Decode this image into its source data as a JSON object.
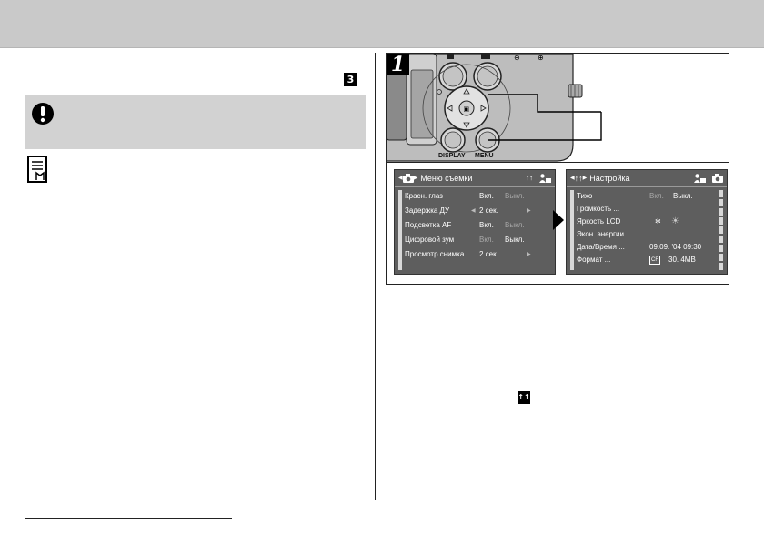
{
  "left_column": {
    "step_tag": "3"
  },
  "figure": {
    "step_number": "1",
    "camera_labels": {
      "display": "DISPLAY",
      "menu": "MENU"
    },
    "screen_shooting": {
      "title": "Меню съемки",
      "rows": [
        {
          "label": "Красн. глаз",
          "value1": "Вкл.",
          "value2": "Выкл."
        },
        {
          "label": "Задержка ДУ",
          "value1": "2 сек.",
          "value2": ""
        },
        {
          "label": "Подсветка AF",
          "value1": "Вкл.",
          "value2": "Выкл."
        },
        {
          "label": "Цифровой зум",
          "value1": "Вкл.",
          "value2": "Выкл."
        },
        {
          "label": "Просмотр снимка",
          "value1": "2 сек.",
          "value2": ""
        }
      ]
    },
    "screen_setup": {
      "title": "Настройка",
      "rows": [
        {
          "label": "Тихо",
          "value1": "Вкл.",
          "value2": "Выкл."
        },
        {
          "label": "Громкость ...",
          "value1": "",
          "value2": ""
        },
        {
          "label": "Яркость LCD",
          "value1": "",
          "value2": ""
        },
        {
          "label": "Экон. энергии ...",
          "value1": "",
          "value2": ""
        },
        {
          "label": "Дата/Время ...",
          "value1": "09.09. '04 09:30",
          "value2": ""
        },
        {
          "label": "Формат ...",
          "value1": "CF",
          "value2": "30. 4MB"
        }
      ]
    }
  }
}
